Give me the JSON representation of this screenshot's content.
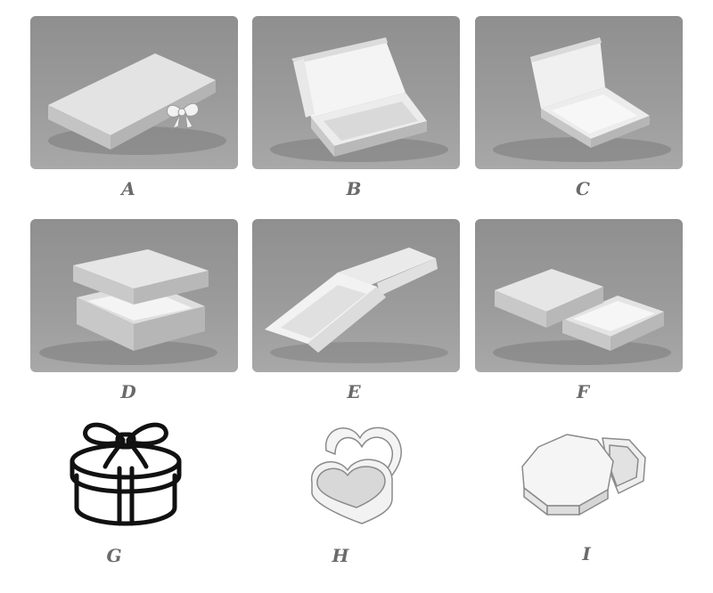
{
  "items": [
    {
      "label": "A",
      "icon": "box-with-ribbon-icon"
    },
    {
      "label": "B",
      "icon": "mailer-box-open-icon"
    },
    {
      "label": "C",
      "icon": "hinged-lid-box-icon"
    },
    {
      "label": "D",
      "icon": "lid-and-base-box-icon"
    },
    {
      "label": "E",
      "icon": "folding-magnetic-box-icon"
    },
    {
      "label": "F",
      "icon": "sliding-drawer-box-icon"
    },
    {
      "label": "G",
      "icon": "round-gift-box-icon"
    },
    {
      "label": "H",
      "icon": "heart-box-icon"
    },
    {
      "label": "I",
      "icon": "octagon-box-icon"
    }
  ]
}
